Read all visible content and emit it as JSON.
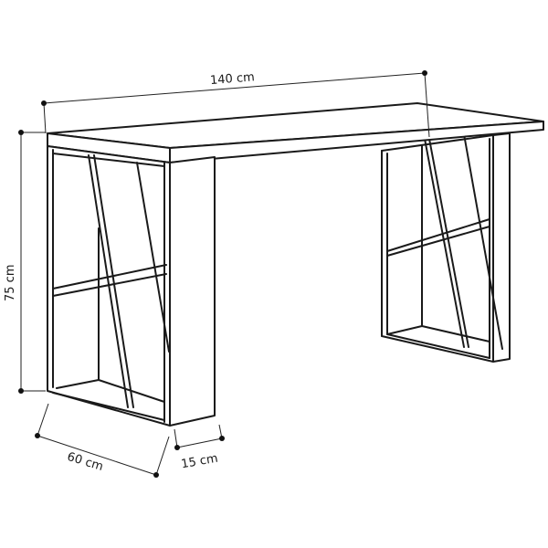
{
  "drawing": {
    "subject": "Desk with shelving legs",
    "dimensions": {
      "width": "140 cm",
      "height": "75 cm",
      "depth": "60 cm",
      "leg_thickness": "15 cm"
    }
  }
}
